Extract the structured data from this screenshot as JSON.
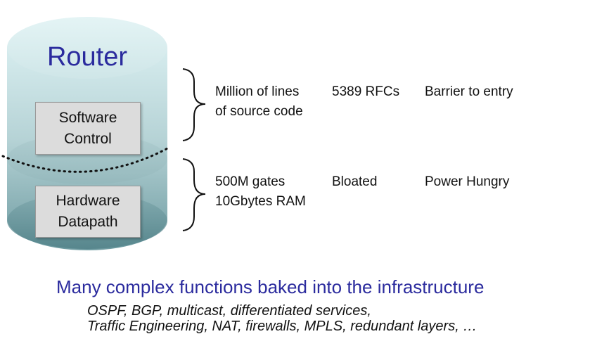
{
  "router": {
    "title": "Router",
    "software_box": [
      "Software",
      "Control"
    ],
    "hardware_box": [
      "Hardware",
      "Datapath"
    ]
  },
  "software_facts": {
    "col1": [
      "Million of lines",
      "of source code"
    ],
    "col2": "5389 RFCs",
    "col3": "Barrier to entry"
  },
  "hardware_facts": {
    "col1": [
      "500M gates",
      "10Gbytes RAM"
    ],
    "col2": "Bloated",
    "col3": "Power Hungry"
  },
  "summary": {
    "title": "Many complex functions baked into the infrastructure",
    "lines": [
      "OSPF, BGP, multicast, differentiated services,",
      "Traffic Engineering, NAT, firewalls, MPLS, redundant layers, …"
    ]
  },
  "colors": {
    "title_blue": "#2b2b9e",
    "cylinder_top": "#cfe6e8",
    "cylinder_bottom": "#5e8f96",
    "box_fill": "#dcdcdc"
  }
}
